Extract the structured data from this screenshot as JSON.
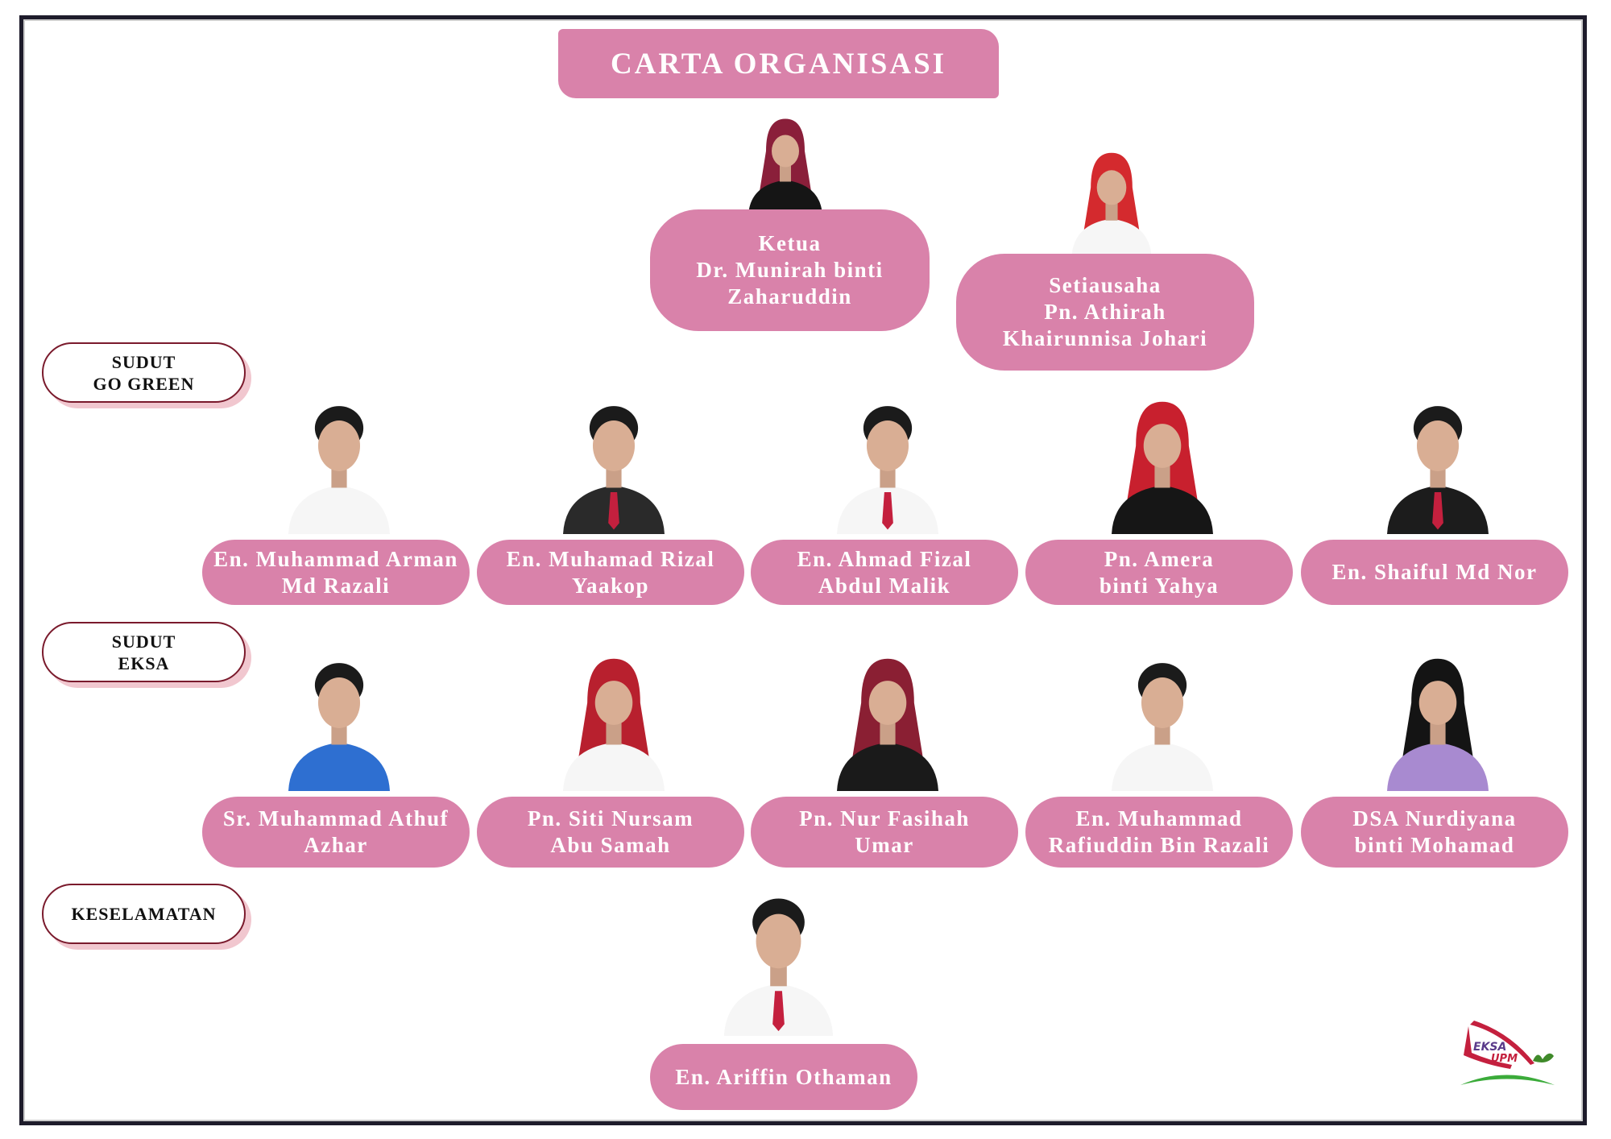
{
  "title": "CARTA ORGANISASI",
  "leaders": [
    {
      "role": "Ketua",
      "name_lines": [
        "Dr. Munirah binti",
        "Zaharuddin"
      ]
    },
    {
      "role": "Setiausaha",
      "name_lines": [
        "Pn. Athirah",
        "Khairunnisa Johari"
      ]
    }
  ],
  "sections": [
    {
      "label_lines": [
        "SUDUT",
        "GO GREEN"
      ]
    },
    {
      "label_lines": [
        "SUDUT",
        "EKSA"
      ]
    },
    {
      "label_lines": [
        "KESELAMATAN"
      ]
    }
  ],
  "row1": [
    {
      "name_lines": [
        "En. Muhammad Arman",
        "Md Razali"
      ]
    },
    {
      "name_lines": [
        "En. Muhamad Rizal",
        "Yaakop"
      ]
    },
    {
      "name_lines": [
        "En. Ahmad Fizal",
        "Abdul Malik"
      ]
    },
    {
      "name_lines": [
        "Pn. Amera",
        "binti Yahya"
      ]
    },
    {
      "name_lines": [
        "En. Shaiful Md Nor"
      ]
    }
  ],
  "row2": [
    {
      "name_lines": [
        "Sr. Muhammad Athuf",
        "Azhar"
      ]
    },
    {
      "name_lines": [
        "Pn. Siti Nursam",
        "Abu Samah"
      ]
    },
    {
      "name_lines": [
        "Pn. Nur Fasihah",
        "Umar"
      ]
    },
    {
      "name_lines": [
        "En. Muhammad",
        "Rafiuddin Bin Razali"
      ]
    },
    {
      "name_lines": [
        "DSA Nurdiyana",
        "binti Mohamad"
      ]
    }
  ],
  "safety": [
    {
      "name_lines": [
        "En. Ariffin Othaman"
      ]
    }
  ],
  "logo": {
    "text": "EKSA UPM"
  },
  "colors": {
    "pill": "#d982aa",
    "frame": "#1e1c2b",
    "label_border": "#7a1a2c"
  }
}
